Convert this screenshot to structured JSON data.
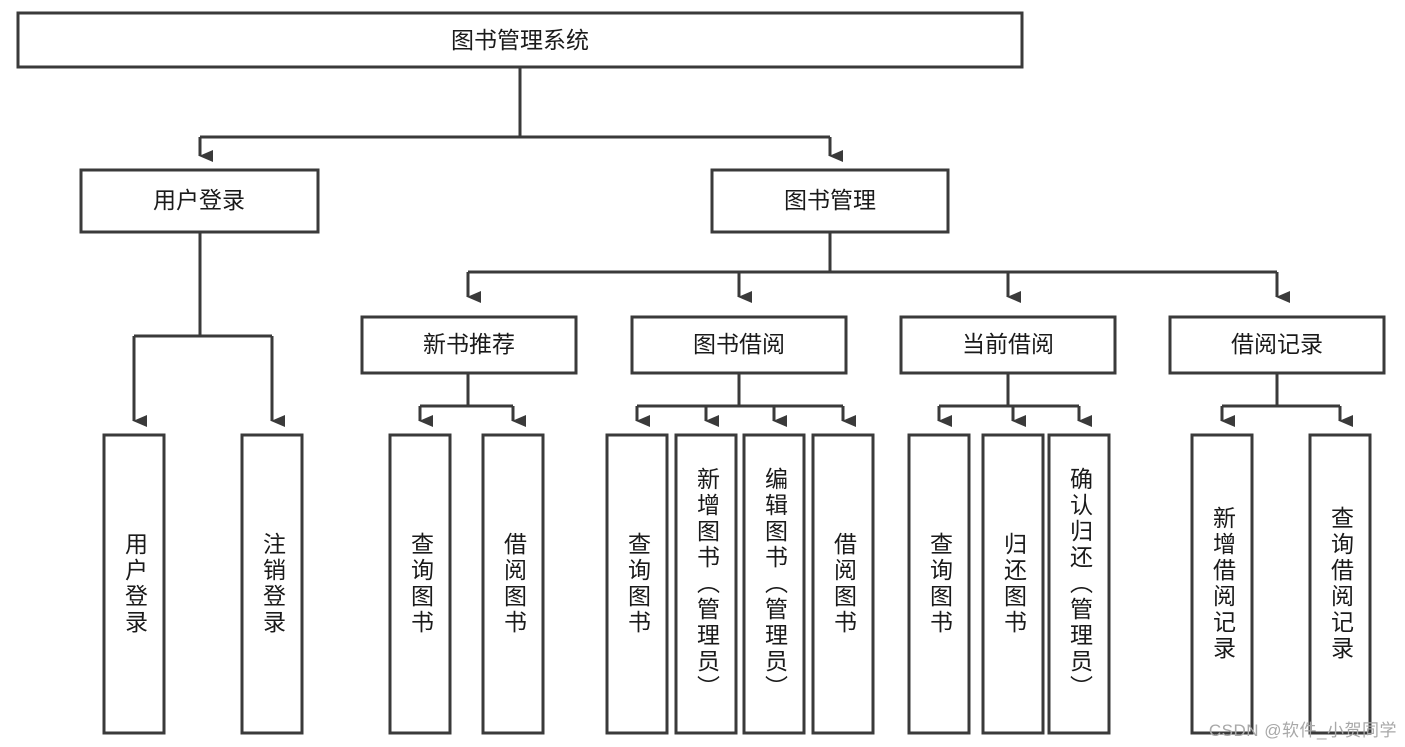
{
  "diagram": {
    "type": "tree-hierarchy",
    "title": "图书管理系统",
    "watermark": "CSDN @软件_小贺同学",
    "colors": {
      "stroke": "#3a3a3a",
      "fill": "#ffffff",
      "text": "#1a1a1a",
      "watermark": "#a8a8a8"
    },
    "levels": {
      "root": {
        "label": "图书管理系统"
      },
      "level2": [
        {
          "id": "user-login",
          "label": "用户登录"
        },
        {
          "id": "book-manage",
          "label": "图书管理"
        }
      ],
      "level3": [
        {
          "id": "new-book-recommend",
          "label": "新书推荐",
          "parent": "book-manage"
        },
        {
          "id": "book-borrow",
          "label": "图书借阅",
          "parent": "book-manage"
        },
        {
          "id": "current-borrow",
          "label": "当前借阅",
          "parent": "book-manage"
        },
        {
          "id": "borrow-record",
          "label": "借阅记录",
          "parent": "book-manage"
        }
      ],
      "leaves": [
        {
          "id": "leaf-user-login",
          "label": "用户登录",
          "parent": "user-login"
        },
        {
          "id": "leaf-logout",
          "label": "注销登录",
          "parent": "user-login"
        },
        {
          "id": "leaf-query-book-1",
          "label": "查询图书",
          "parent": "new-book-recommend"
        },
        {
          "id": "leaf-borrow-book-1",
          "label": "借阅图书",
          "parent": "new-book-recommend"
        },
        {
          "id": "leaf-query-book-2",
          "label": "查询图书",
          "parent": "book-borrow"
        },
        {
          "id": "leaf-add-book",
          "label": "新增图书（管理员）",
          "parent": "book-borrow"
        },
        {
          "id": "leaf-edit-book",
          "label": "编辑图书（管理员）",
          "parent": "book-borrow"
        },
        {
          "id": "leaf-borrow-book-2",
          "label": "借阅图书",
          "parent": "book-borrow"
        },
        {
          "id": "leaf-query-book-3",
          "label": "查询图书",
          "parent": "current-borrow"
        },
        {
          "id": "leaf-return-book",
          "label": "归还图书",
          "parent": "current-borrow"
        },
        {
          "id": "leaf-confirm-return",
          "label": "确认归还（管理员）",
          "parent": "current-borrow"
        },
        {
          "id": "leaf-add-record",
          "label": "新增借阅记录",
          "parent": "borrow-record"
        },
        {
          "id": "leaf-query-record",
          "label": "查询借阅记录",
          "parent": "borrow-record"
        }
      ]
    }
  }
}
